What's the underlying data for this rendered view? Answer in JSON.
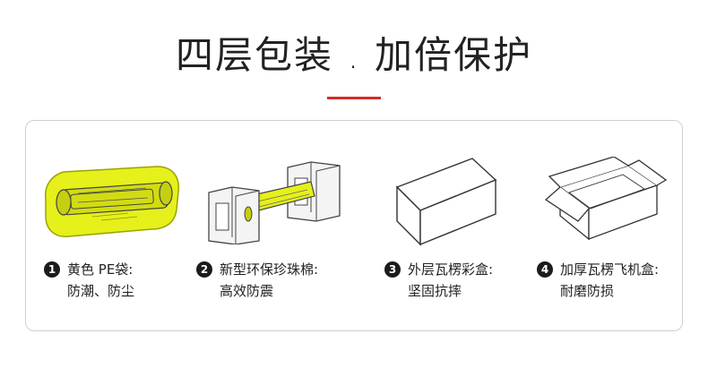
{
  "title": "四层包装 . 加倍保护",
  "colors": {
    "accent": "#d42b2b",
    "bag_yellow": "#e6f01a",
    "number_badge": "#1b1b1b",
    "panel_border": "#cfcfcf"
  },
  "layers": [
    {
      "number": "1",
      "line1": "黄色 PE袋:",
      "line2": "防潮、防尘",
      "icon": "yellow-pe-bag-icon"
    },
    {
      "number": "2",
      "line1": "新型环保珍珠棉:",
      "line2": "高效防震",
      "icon": "pearl-cotton-foam-icon"
    },
    {
      "number": "3",
      "line1": "外层瓦楞彩盒:",
      "line2": "坚固抗摔",
      "icon": "color-box-icon"
    },
    {
      "number": "4",
      "line1": "加厚瓦楞飞机盒:",
      "line2": "耐磨防损",
      "icon": "open-mailer-box-icon"
    }
  ]
}
